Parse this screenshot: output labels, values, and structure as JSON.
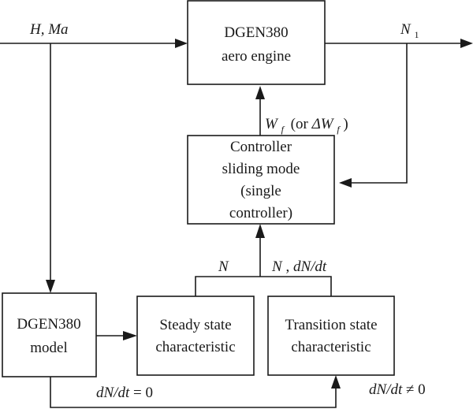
{
  "diagram": {
    "inputs_label_italic": "H, Ma",
    "output_label_italic": "N",
    "output_label_sub": "1",
    "engine_box": {
      "line1": "DGEN380",
      "line2": "aero engine"
    },
    "fuel_label": {
      "w": "W",
      "w_sub": "f",
      "mid": "(or ",
      "dw": "ΔW",
      "dw_sub": "f",
      "close": ")"
    },
    "controller_box": {
      "line1": "Controller",
      "line2": "sliding mode",
      "line3": "(single",
      "line4": "controller)"
    },
    "feedback_n_label": "N",
    "feedback_ndn_label": {
      "n": "N",
      "sep": ", ",
      "dndt": "dN/dt"
    },
    "model_box": {
      "line1": "DGEN380",
      "line2": "model"
    },
    "steady_box": {
      "line1": "Steady state",
      "line2": "characteristic"
    },
    "transition_box": {
      "line1": "Transition state",
      "line2": "characteristic"
    },
    "cond_eq_label": {
      "lhs": "dN/dt",
      "rhs": " = 0"
    },
    "cond_neq_label": {
      "lhs": "dN/dt",
      "rhs": " ≠ 0"
    }
  }
}
